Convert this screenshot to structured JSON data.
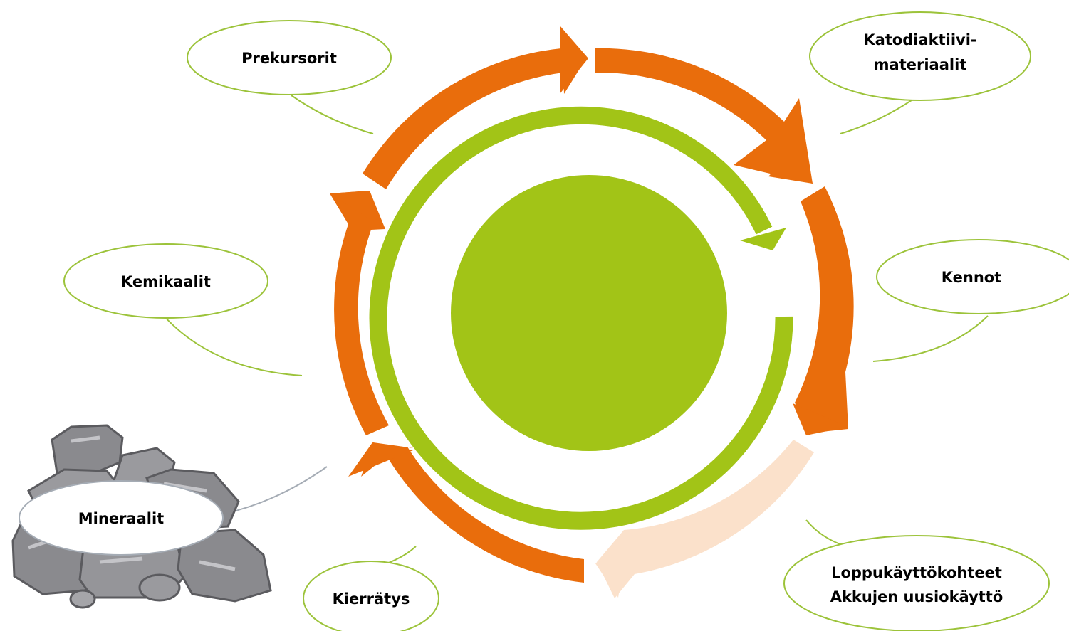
{
  "colors": {
    "orange": "#e96d0c",
    "pale_orange": "#fbe1cb",
    "green": "#a2c417",
    "connector_green": "#9cc33a",
    "connector_gray": "#a5acb5",
    "rock_dark": "#5b5b5f",
    "rock_mid": "#8a8a8e",
    "rock_light": "#b8b8bc"
  },
  "nodes": {
    "prekursorit": "Prekursorit",
    "katodi_line1": "Katodiaktiivi-",
    "katodi_line2": "materiaalit",
    "kemikaalit": "Kemikaalit",
    "kennot": "Kennot",
    "mineraalit": "Mineraalit",
    "kierratys": "Kierrätys",
    "loppu_line1": "Loppukäyttökohteet",
    "loppu_line2": "Akkujen uusiokäyttö"
  },
  "icons": {
    "rocks": "rock-pile-icon"
  }
}
